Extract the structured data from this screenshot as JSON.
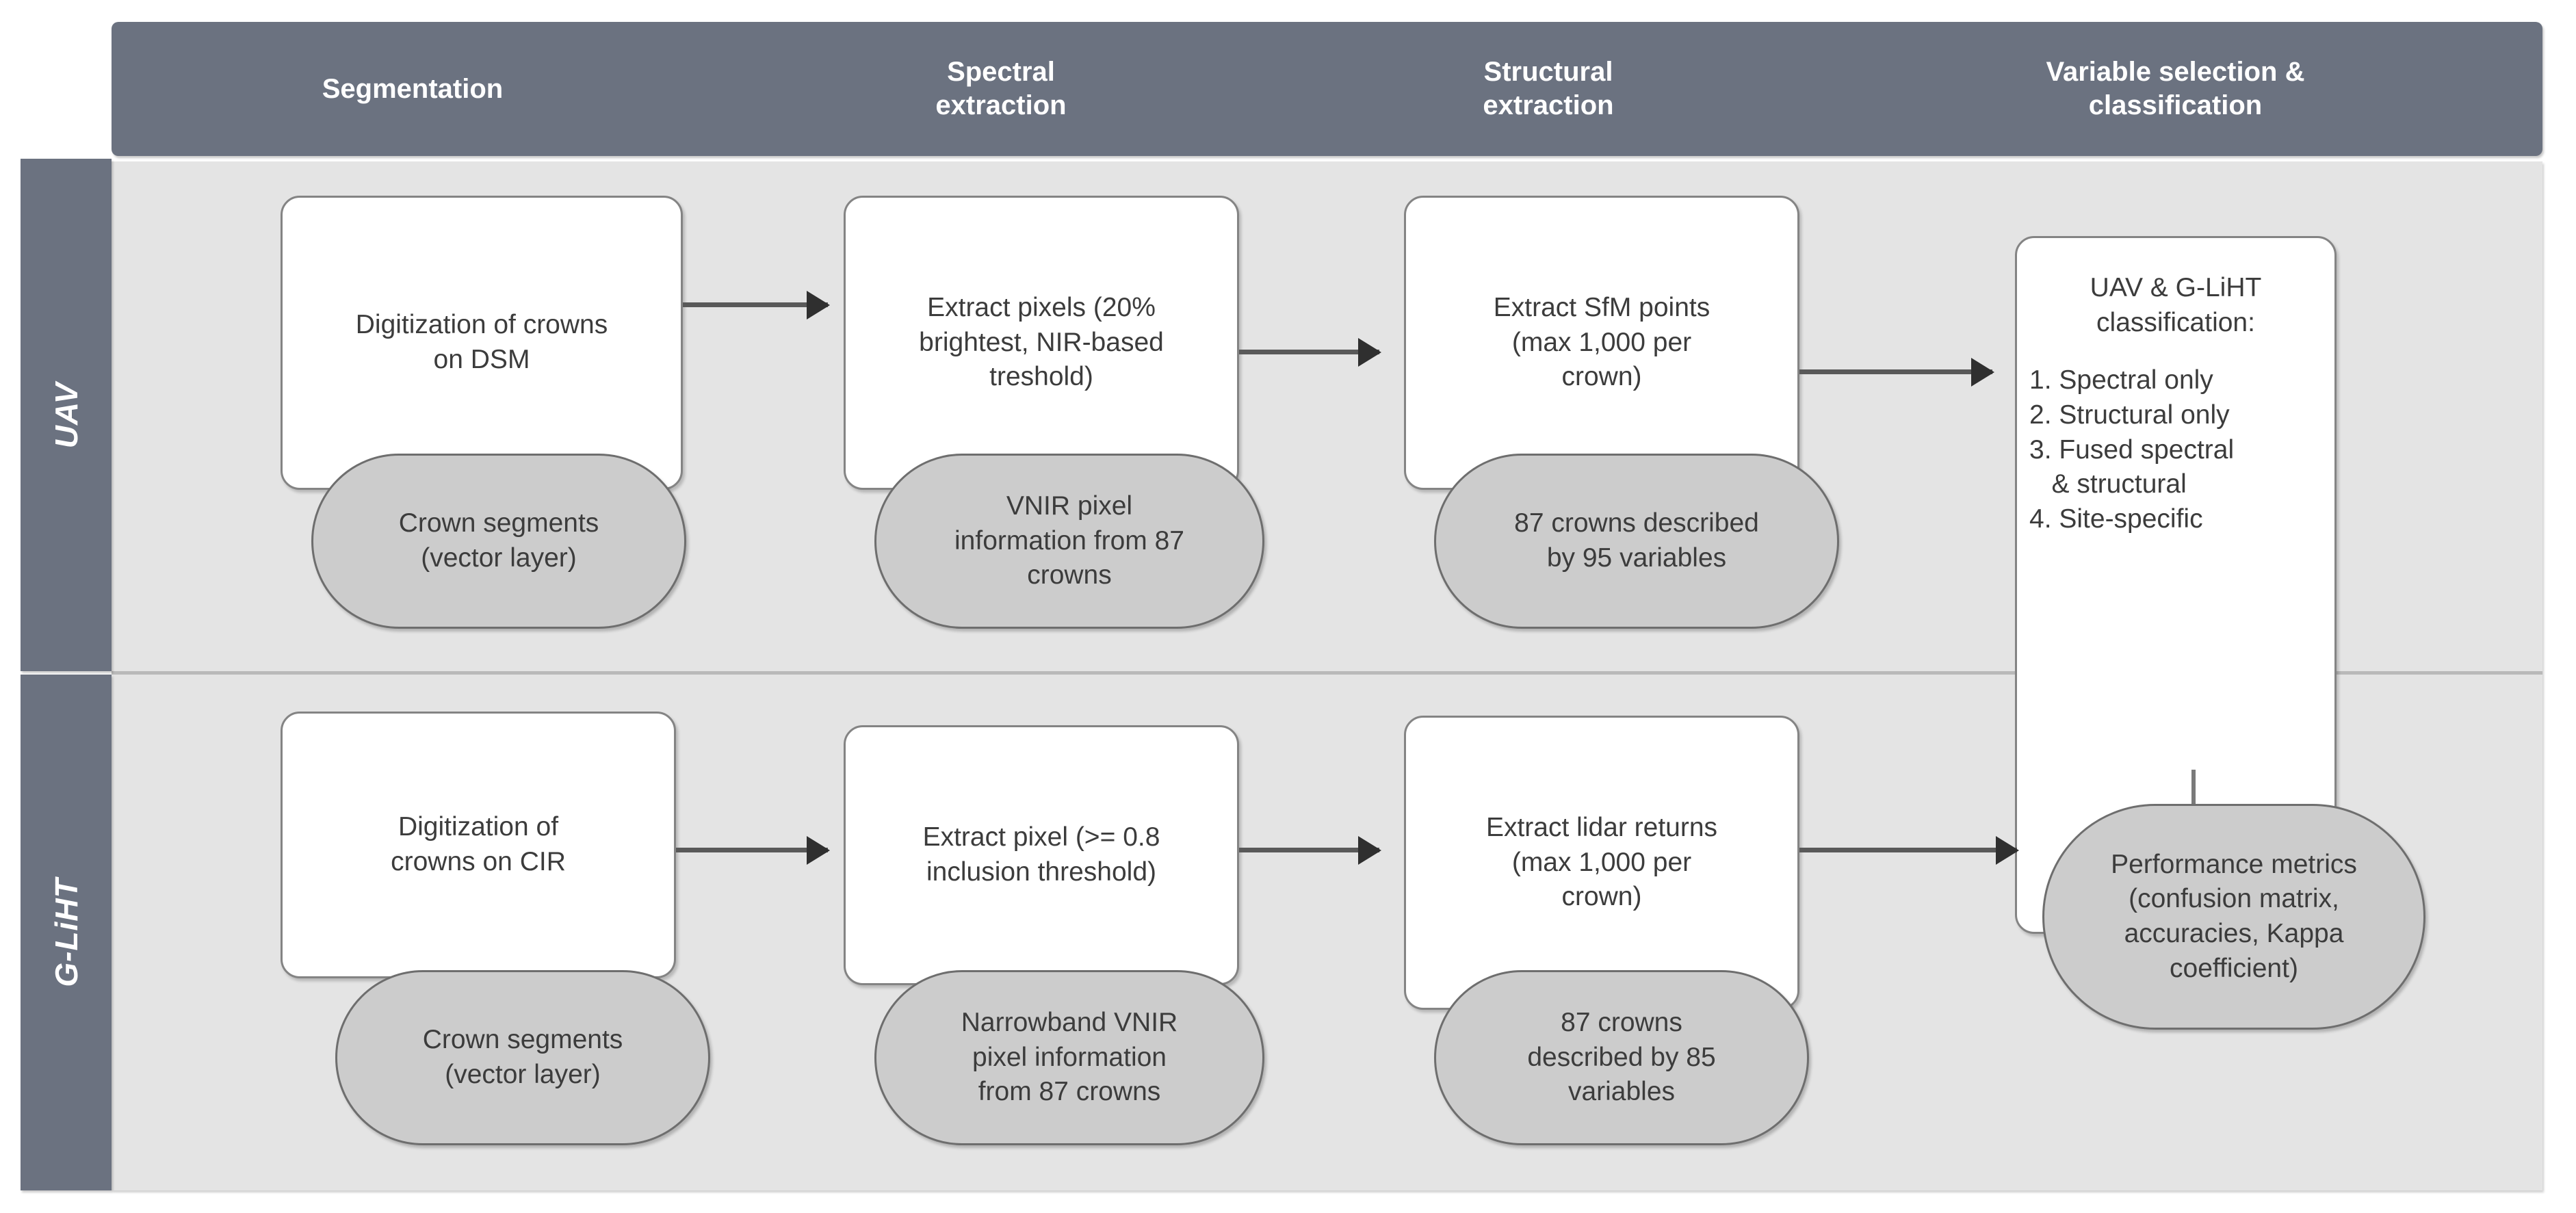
{
  "header": {
    "columns": [
      {
        "label": "Segmentation"
      },
      {
        "label": "Spectral\nextraction"
      },
      {
        "label": "Structural\nextraction"
      },
      {
        "label": "Variable selection &\nclassification"
      }
    ]
  },
  "rows": [
    {
      "label": "UAV"
    },
    {
      "label": "G-LiHT"
    }
  ],
  "uav": {
    "segmentation": {
      "process": "Digitization of crowns\non DSM",
      "output": "Crown segments\n(vector layer)"
    },
    "spectral": {
      "process": "Extract pixels  (20%\nbrightest, NIR-based\ntreshold)",
      "output": "VNIR pixel\ninformation from 87\ncrowns"
    },
    "structural": {
      "process": "Extract SfM points\n(max 1,000 per\ncrown)",
      "output": "87 crowns described\nby 95 variables"
    }
  },
  "glht": {
    "segmentation": {
      "process": "Digitization of\ncrowns on CIR",
      "output": "Crown segments\n(vector layer)"
    },
    "spectral": {
      "process": "Extract pixel (>= 0.8\ninclusion threshold)",
      "output": "Narrowband VNIR\npixel information\nfrom 87 crowns"
    },
    "structural": {
      "process": "Extract lidar returns\n(max 1,000 per\ncrown)",
      "output": "87 crowns\ndescribed by 85\nvariables"
    }
  },
  "classification": {
    "title": "UAV & G-LiHT\nclassification:",
    "items": [
      "1. Spectral only",
      "2. Structural only",
      "3. Fused spectral",
      "   & structural",
      "4. Site-specific"
    ],
    "output": "Performance metrics\n(confusion matrix,\naccuracies, Kappa\ncoefficient)"
  },
  "colors": {
    "header_bar": "#6b7280",
    "content_panel": "#e4e4e4",
    "process_box": "#ffffff",
    "output_pill": "#cccccc",
    "connector": "#595959",
    "text": "#3c3c3c",
    "header_text": "#ffffff"
  }
}
